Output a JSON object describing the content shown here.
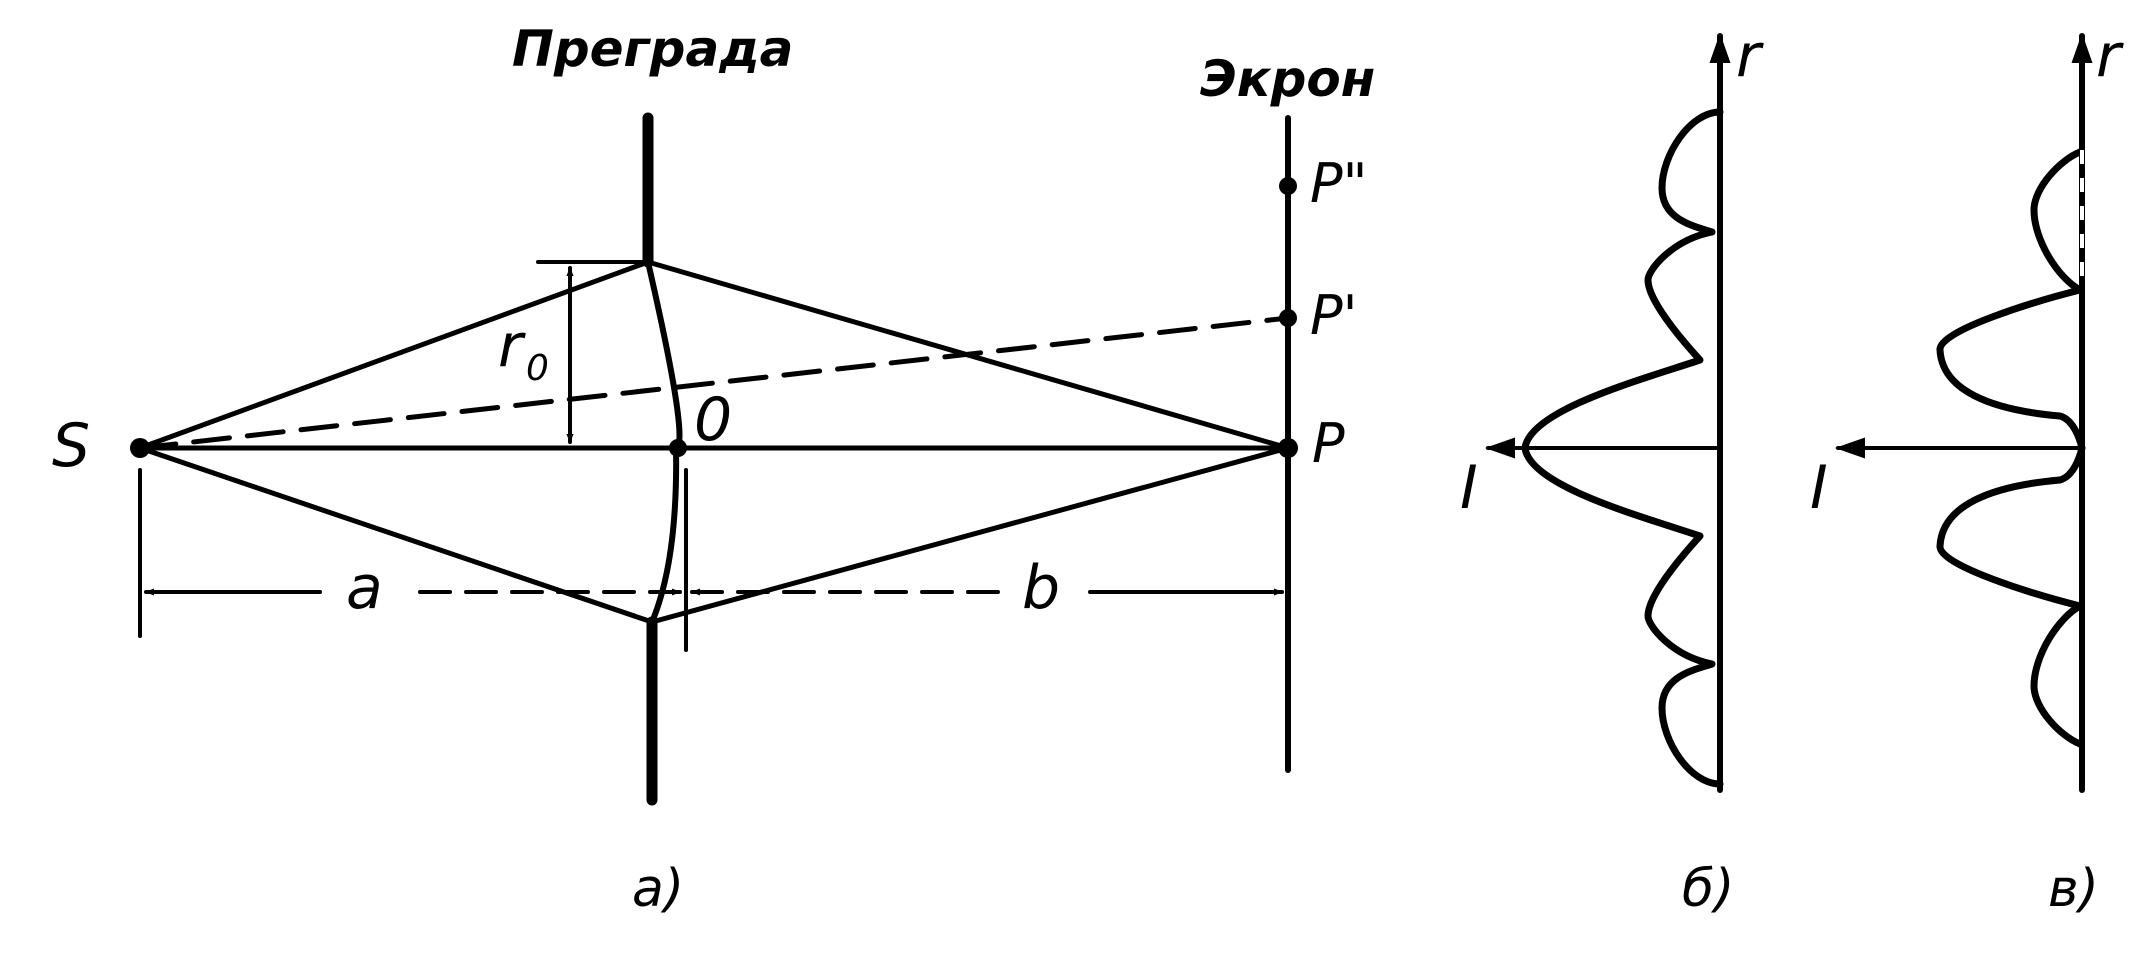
{
  "labels": {
    "barrier": "Преграда",
    "screen": "Экрон",
    "source": "S",
    "center": "0",
    "radius_r": "r",
    "radius_sub": "0",
    "point_p": "P",
    "point_p1": "P'",
    "point_p2": "P\"",
    "dist_a": "a",
    "dist_b": "b",
    "axis_intensity_b": "I",
    "axis_r_b": "r",
    "axis_intensity_c": "I",
    "axis_r_c": "r",
    "caption_a": "а)",
    "caption_b": "б)",
    "caption_c": "в)"
  },
  "colors": {
    "ink": "#000000",
    "background": "#ffffff"
  }
}
